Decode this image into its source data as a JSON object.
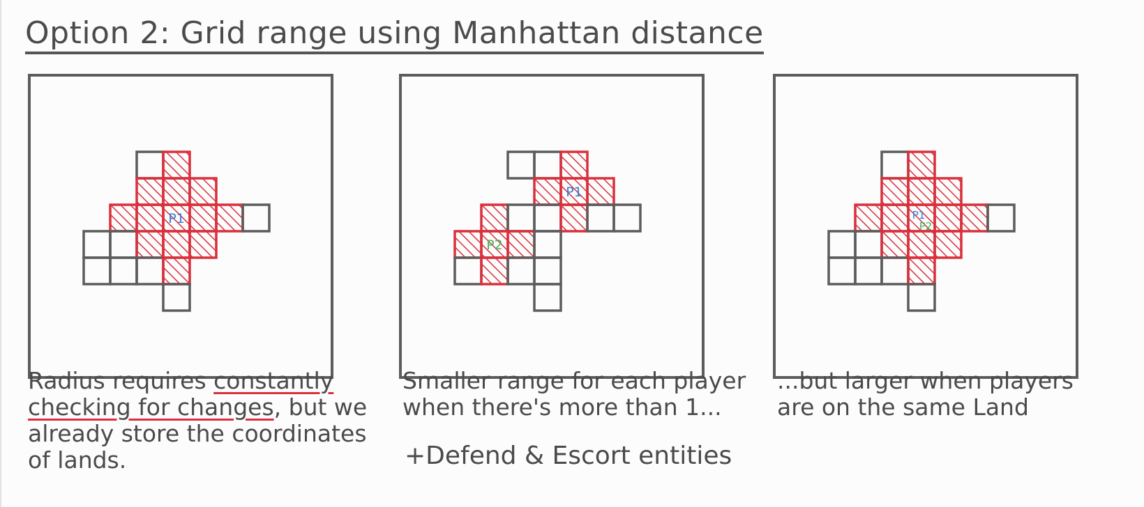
{
  "title": "Option 2: Grid range using Manhattan distance",
  "colors": {
    "ink": "#5c5c5c",
    "hatch": "#d9303c",
    "p1": "#2f7fd6",
    "p2": "#3fb35a"
  },
  "panels": [
    {
      "name": "single-player",
      "players": [
        {
          "label": "P1",
          "color": "#2f7fd6",
          "col": 3,
          "row": 2
        }
      ],
      "land_cells": [
        [
          2,
          0
        ],
        [
          3,
          0
        ],
        [
          2,
          1
        ],
        [
          3,
          1
        ],
        [
          4,
          1
        ],
        [
          1,
          2
        ],
        [
          2,
          2
        ],
        [
          3,
          2
        ],
        [
          4,
          2
        ],
        [
          5,
          2
        ],
        [
          6,
          2
        ],
        [
          0,
          3
        ],
        [
          1,
          3
        ],
        [
          2,
          3
        ],
        [
          3,
          3
        ],
        [
          4,
          3
        ],
        [
          0,
          4
        ],
        [
          1,
          4
        ],
        [
          2,
          4
        ],
        [
          3,
          4
        ],
        [
          3,
          5
        ]
      ],
      "range_cells": [
        [
          3,
          0
        ],
        [
          2,
          1
        ],
        [
          3,
          1
        ],
        [
          4,
          1
        ],
        [
          1,
          2
        ],
        [
          2,
          2
        ],
        [
          3,
          2
        ],
        [
          4,
          2
        ],
        [
          5,
          2
        ],
        [
          2,
          3
        ],
        [
          3,
          3
        ],
        [
          4,
          3
        ],
        [
          3,
          4
        ]
      ],
      "caption_lines": [
        [
          {
            "t": "Radius requires "
          },
          {
            "t": "constantly",
            "u": true
          }
        ],
        [
          {
            "t": "checking for changes",
            "u": true
          },
          {
            "t": ", but we"
          }
        ],
        [
          {
            "t": "already store the coordinates"
          }
        ],
        [
          {
            "t": "of lands."
          }
        ]
      ]
    },
    {
      "name": "two-players-separate",
      "players": [
        {
          "label": "P1",
          "color": "#2f7fd6",
          "col": 4,
          "row": 1
        },
        {
          "label": "P2",
          "color": "#3fb35a",
          "col": 1,
          "row": 3
        }
      ],
      "land_cells": [
        [
          2,
          0
        ],
        [
          3,
          0
        ],
        [
          4,
          0
        ],
        [
          3,
          1
        ],
        [
          4,
          1
        ],
        [
          5,
          1
        ],
        [
          1,
          2
        ],
        [
          2,
          2
        ],
        [
          3,
          2
        ],
        [
          4,
          2
        ],
        [
          5,
          2
        ],
        [
          6,
          2
        ],
        [
          0,
          3
        ],
        [
          1,
          3
        ],
        [
          2,
          3
        ],
        [
          3,
          3
        ],
        [
          0,
          4
        ],
        [
          1,
          4
        ],
        [
          2,
          4
        ],
        [
          3,
          4
        ],
        [
          3,
          5
        ]
      ],
      "range_cells": [
        [
          4,
          0
        ],
        [
          3,
          1
        ],
        [
          4,
          1
        ],
        [
          5,
          1
        ],
        [
          4,
          2
        ],
        [
          1,
          2
        ],
        [
          0,
          3
        ],
        [
          1,
          3
        ],
        [
          2,
          3
        ],
        [
          1,
          4
        ]
      ],
      "caption_lines": [
        [
          {
            "t": "Smaller range for each player"
          }
        ],
        [
          {
            "t": "when there's more than 1..."
          }
        ]
      ],
      "extra": "+Defend & Escort entities"
    },
    {
      "name": "two-players-same-land",
      "players": [
        {
          "label": "P1",
          "color": "#2f7fd6",
          "col": 3,
          "row": 2
        },
        {
          "label": "P2",
          "color": "#3fb35a",
          "col": 3,
          "row": 2
        }
      ],
      "land_cells": [
        [
          2,
          0
        ],
        [
          3,
          0
        ],
        [
          2,
          1
        ],
        [
          3,
          1
        ],
        [
          4,
          1
        ],
        [
          1,
          2
        ],
        [
          2,
          2
        ],
        [
          3,
          2
        ],
        [
          4,
          2
        ],
        [
          5,
          2
        ],
        [
          6,
          2
        ],
        [
          0,
          3
        ],
        [
          1,
          3
        ],
        [
          2,
          3
        ],
        [
          3,
          3
        ],
        [
          4,
          3
        ],
        [
          0,
          4
        ],
        [
          1,
          4
        ],
        [
          2,
          4
        ],
        [
          3,
          4
        ],
        [
          3,
          5
        ]
      ],
      "range_cells": [
        [
          3,
          0
        ],
        [
          2,
          1
        ],
        [
          3,
          1
        ],
        [
          4,
          1
        ],
        [
          1,
          2
        ],
        [
          2,
          2
        ],
        [
          3,
          2
        ],
        [
          4,
          2
        ],
        [
          5,
          2
        ],
        [
          2,
          3
        ],
        [
          3,
          3
        ],
        [
          4,
          3
        ],
        [
          3,
          4
        ]
      ],
      "caption_lines": [
        [
          {
            "t": "...but larger when players"
          }
        ],
        [
          {
            "t": "are on the same Land"
          }
        ]
      ]
    }
  ]
}
